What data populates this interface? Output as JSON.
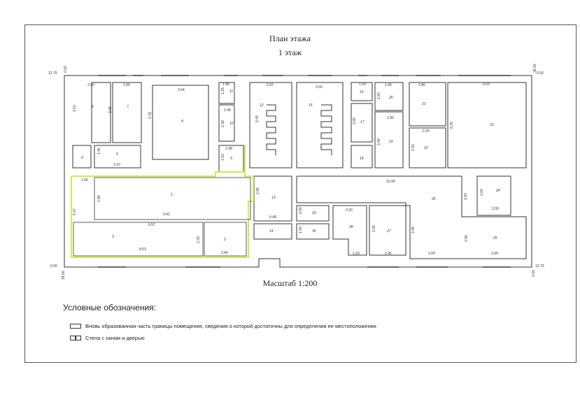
{
  "plan": {
    "title": "План этажа",
    "floor": "1 этаж",
    "scale": "Масштаб 1:200",
    "edge_labels": {
      "top_left": "12.70",
      "top_right": "0.00",
      "left_top": "0.00",
      "right_top": "39.60",
      "bottom_left": "0.00",
      "bottom_right": "12.70",
      "left_bottom": "39.60",
      "right_bottom": "0.00"
    }
  },
  "rooms": [
    {
      "num": "1"
    },
    {
      "num": "2"
    },
    {
      "num": "3"
    },
    {
      "num": "4"
    },
    {
      "num": "5"
    },
    {
      "num": "6"
    },
    {
      "num": "7"
    },
    {
      "num": "8"
    },
    {
      "num": "9"
    },
    {
      "num": "10"
    },
    {
      "num": "11"
    },
    {
      "num": "12"
    },
    {
      "num": "13"
    },
    {
      "num": "14"
    },
    {
      "num": "15"
    },
    {
      "num": "16"
    },
    {
      "num": "17"
    },
    {
      "num": "18"
    },
    {
      "num": "19"
    },
    {
      "num": "20"
    },
    {
      "num": "21"
    },
    {
      "num": "22"
    },
    {
      "num": "23"
    },
    {
      "num": "24"
    },
    {
      "num": "25"
    },
    {
      "num": "26"
    },
    {
      "num": "27"
    },
    {
      "num": "28"
    },
    {
      "num": "29"
    },
    {
      "num": "30"
    }
  ],
  "dimensions": [
    "2.50",
    "3.51",
    "1.90",
    "3.05",
    "2.64",
    "4.78",
    "1.48",
    "1.25",
    "1.48",
    "2.38",
    "2.62",
    "5.45",
    "2.50",
    "1.93",
    "2.65",
    "1.45",
    "1.83",
    "1.85",
    "2.86",
    "3.49",
    "2.30",
    "2.50",
    "5.03",
    "5.35",
    "1.46",
    "3.10",
    "1.48",
    "1.15",
    "2.05",
    "2.88",
    "5.37",
    "9.42",
    "6.57",
    "8.63",
    "2.33",
    "2.84",
    "2.96",
    "4.48",
    "0.90",
    "1.00",
    "2.20",
    "1.20",
    "3.35",
    "2.45",
    "3.48",
    "10.90",
    "2.60",
    "2.00",
    "2.00",
    "3.00",
    "2.55",
    "3.90"
  ],
  "legend": {
    "heading": "Условные обозначения:",
    "items": [
      {
        "text": "Вновь образованная часть границы помещения, сведения о которой достаточны для определения ее местоположения"
      },
      {
        "text": "Стена с окном и дверью"
      }
    ]
  },
  "colors": {
    "boundary": "#d6e84a",
    "walls": "#333333"
  }
}
